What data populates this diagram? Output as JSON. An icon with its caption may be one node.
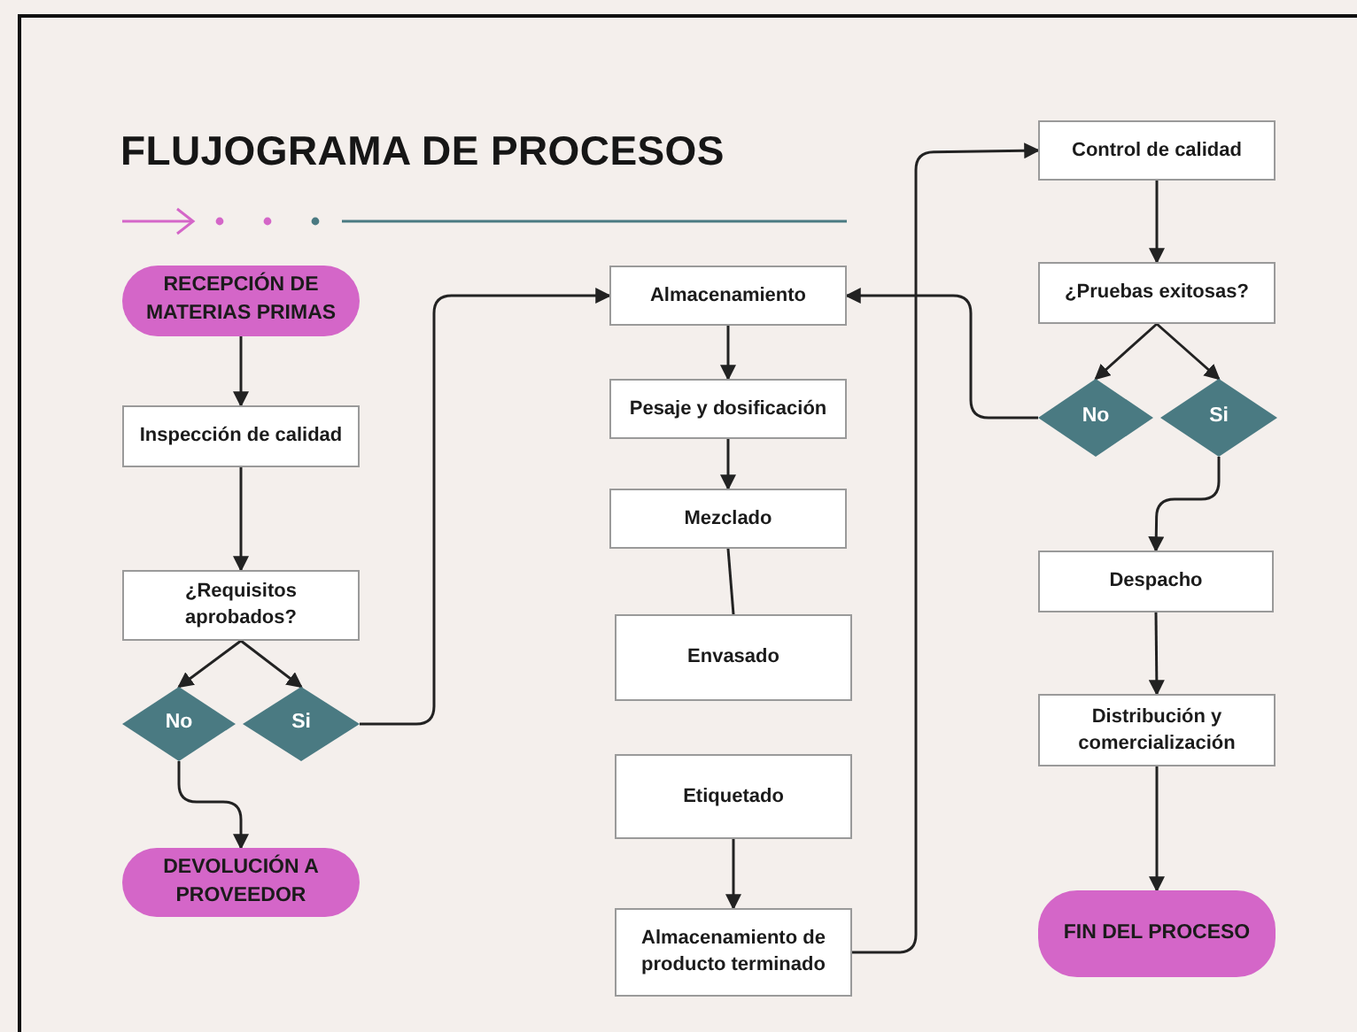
{
  "diagram": {
    "title": "FLUJOGRAMA DE PROCESOS",
    "nodes": [
      {
        "text": [
          "RECEPCIÓN DE MATERIAS PRIMAS"
        ]
      },
      {
        "text": [
          "Inspección de calidad"
        ]
      },
      {
        "text": [
          "¿Requisitos aprobados?"
        ]
      },
      {
        "text": [
          "No"
        ]
      },
      {
        "text": [
          "Si"
        ]
      },
      {
        "text": [
          "DEVOLUCIÓN A PROVEEDOR"
        ]
      },
      {
        "text": [
          "Almacenamiento"
        ]
      },
      {
        "text": [
          "Pesaje y dosificación"
        ]
      },
      {
        "text": [
          "Mezclado"
        ]
      },
      {
        "text": [
          "Envasado"
        ]
      },
      {
        "text": [
          "Etiquetado"
        ]
      },
      {
        "text": [
          "Almacenamiento de producto terminado"
        ]
      },
      {
        "text": [
          "Control de calidad"
        ]
      },
      {
        "text": [
          "¿Pruebas exitosas?"
        ]
      },
      {
        "text": [
          "No"
        ]
      },
      {
        "text": [
          "Si"
        ]
      },
      {
        "text": [
          "Despacho"
        ]
      },
      {
        "text": [
          "Distribución y comercialización"
        ]
      },
      {
        "text": [
          "FIN DEL PROCESO"
        ]
      }
    ],
    "edges": [
      {
        "from": 0,
        "to": 1,
        "arrow": "to"
      },
      {
        "from": 1,
        "to": 2,
        "arrow": "to"
      },
      {
        "from": 2,
        "to": 3,
        "arrow": "to"
      },
      {
        "from": 2,
        "to": 4,
        "arrow": "to"
      },
      {
        "from": 3,
        "to": 5,
        "arrow": "to"
      },
      {
        "from": 4,
        "to": 6,
        "arrow": "to"
      },
      {
        "from": 6,
        "to": 7,
        "arrow": "to"
      },
      {
        "from": 7,
        "to": 8,
        "arrow": "to"
      },
      {
        "from": 8,
        "to": 9,
        "arrow": "none"
      },
      {
        "from": 10,
        "to": 11,
        "arrow": "to"
      },
      {
        "from": 11,
        "to": 12,
        "arrow": "to"
      },
      {
        "from": 12,
        "to": 13,
        "arrow": "to"
      },
      {
        "from": 13,
        "to": 14,
        "arrow": "to"
      },
      {
        "from": 13,
        "to": 15,
        "arrow": "to"
      },
      {
        "from": 14,
        "to": 6,
        "arrow": "to"
      },
      {
        "from": 15,
        "to": 16,
        "arrow": "to"
      },
      {
        "from": 16,
        "to": 17,
        "arrow": "to"
      },
      {
        "from": 17,
        "to": 18,
        "arrow": "to"
      }
    ]
  }
}
